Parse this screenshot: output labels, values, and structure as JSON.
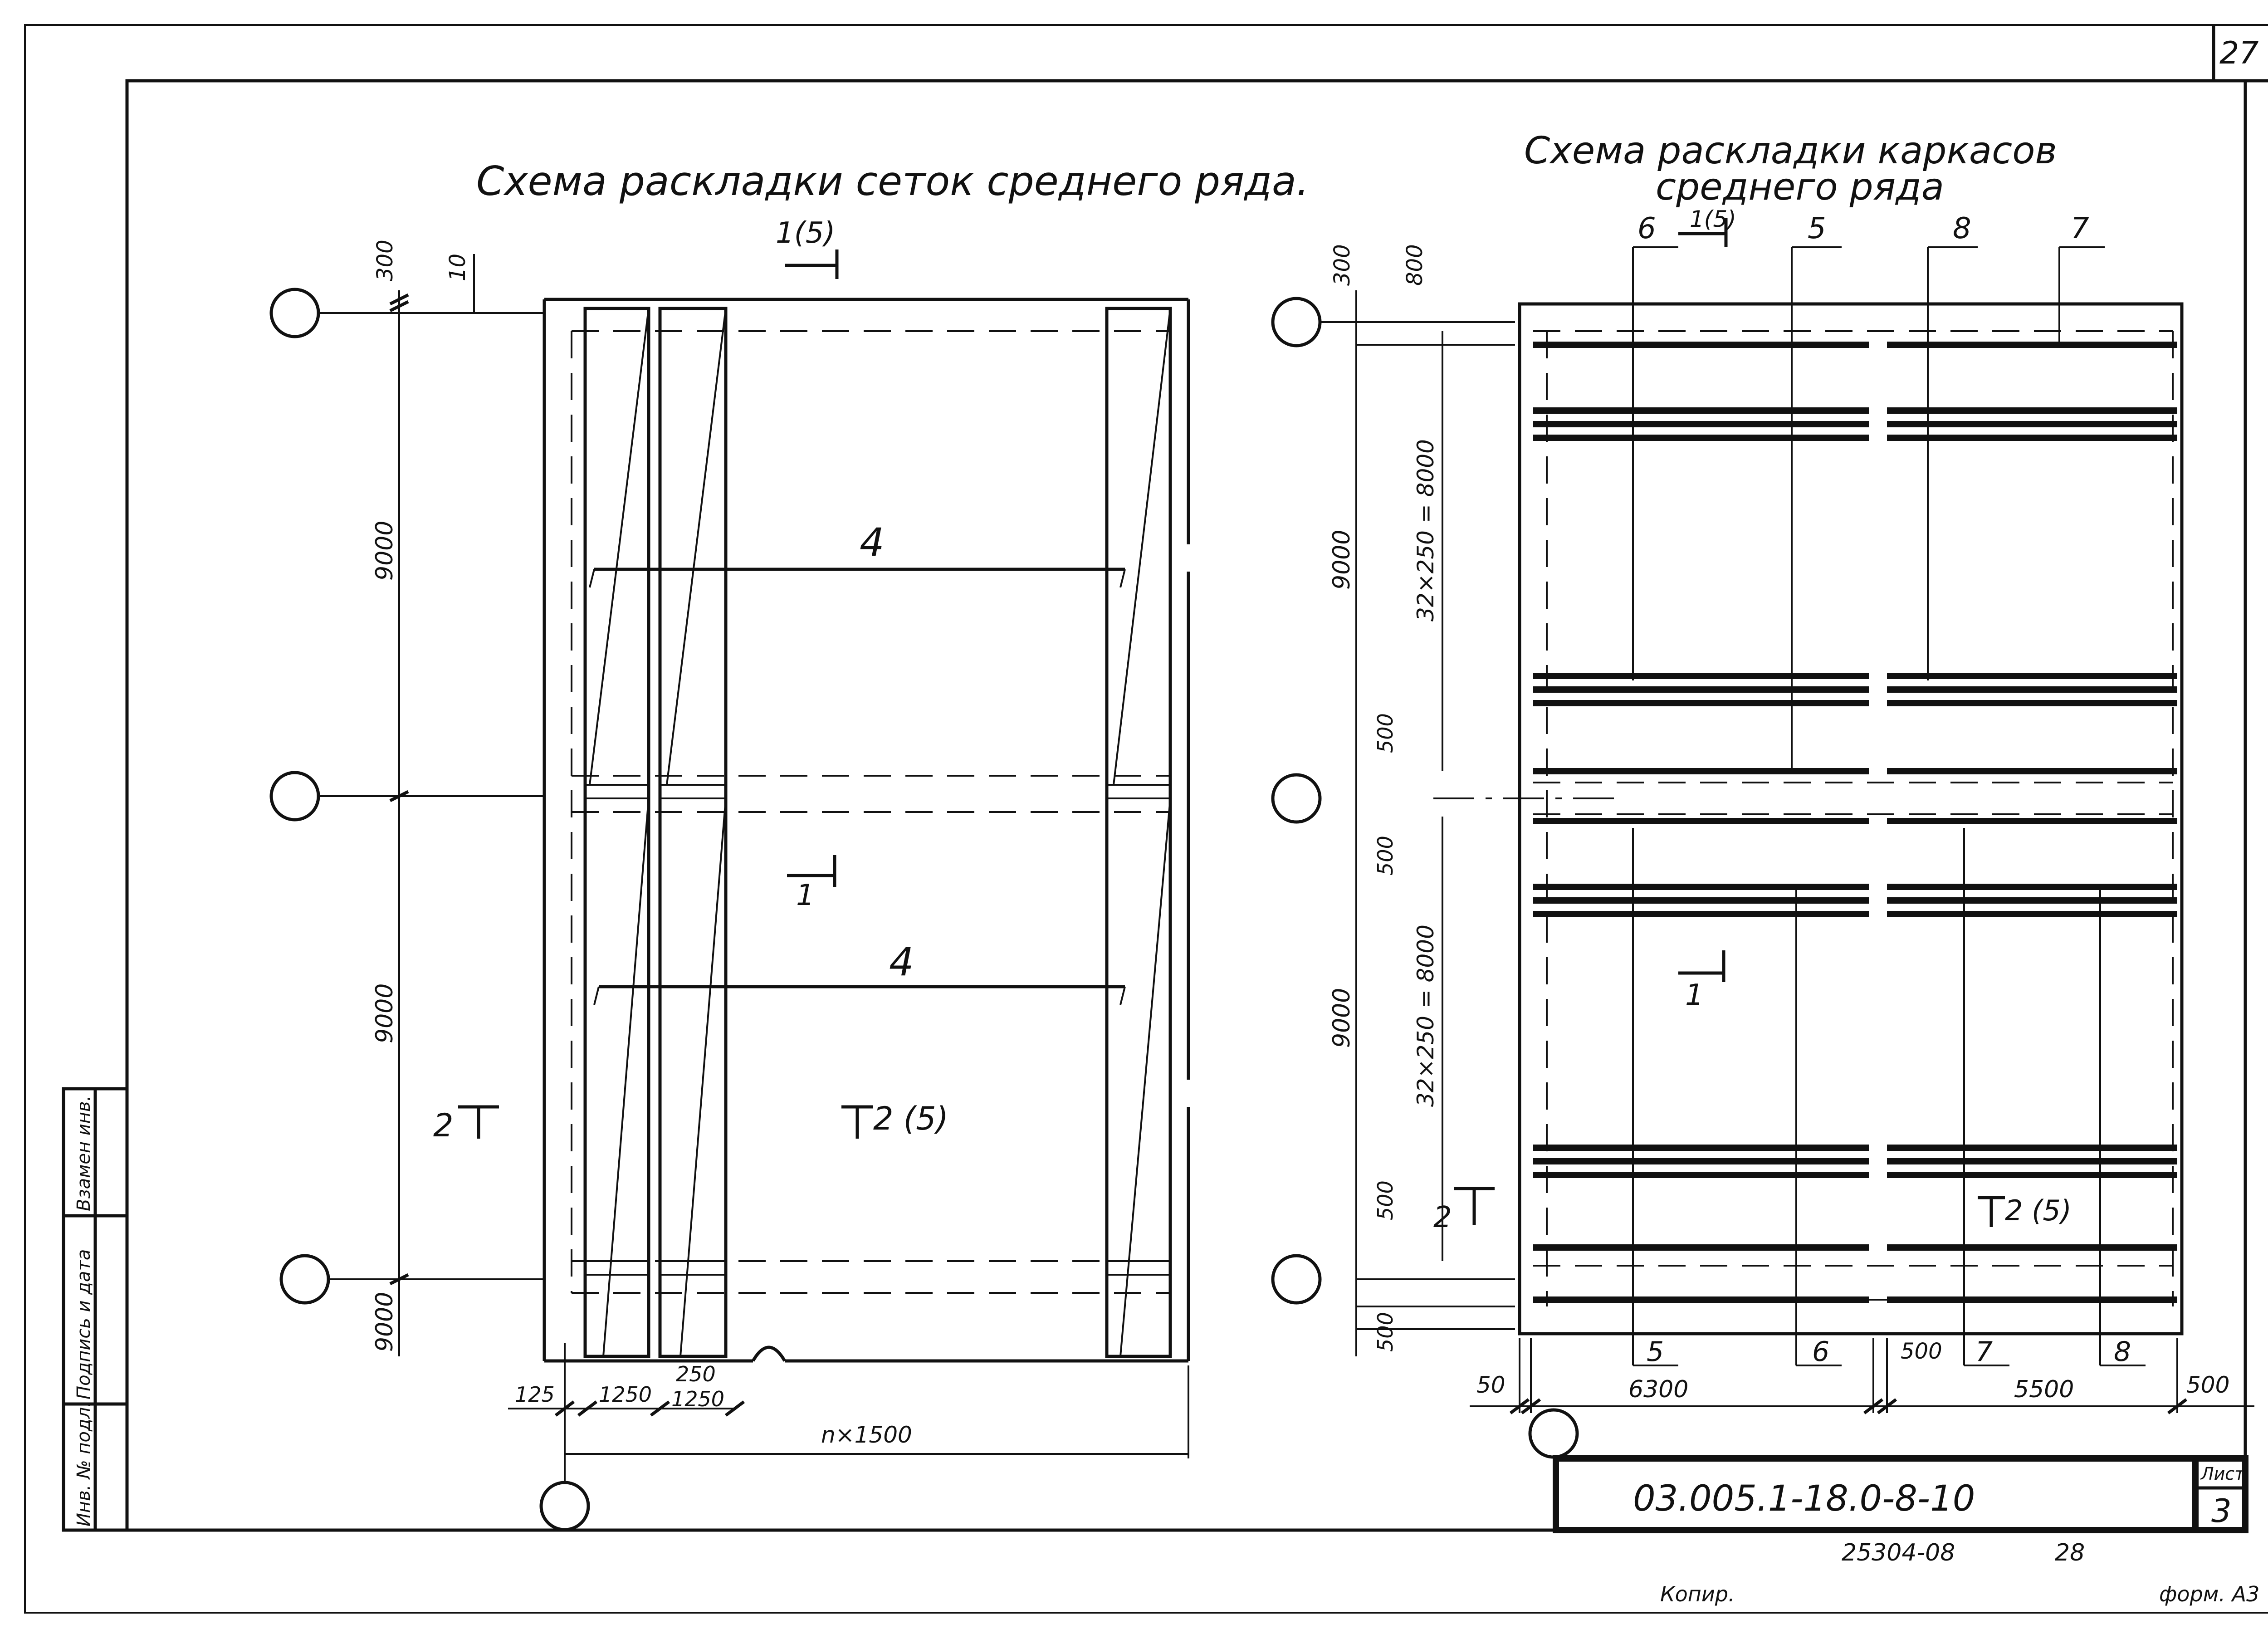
{
  "sheet": {
    "page_number": "27",
    "format": "форм. А3",
    "copier": "Копир.",
    "stamp_number": "25304-08",
    "stamp_page": "28"
  },
  "title_block": {
    "code": "03.005.1-18.0-8-10",
    "sheet_label": "Лист",
    "sheet_number": "3"
  },
  "side_stamp": {
    "inv_original": "Инв. № подл.",
    "signature_date": "Подпись и дата",
    "replaces_inv": "Взамен инв."
  },
  "left_scheme": {
    "title": "Схема раскладки сеток среднего ряда.",
    "section_top": "1(5)",
    "section_mid": "1",
    "section_left": "2",
    "section_right": "2 (5)",
    "mesh_mark_1": "4",
    "mesh_mark_2": "4",
    "dims": {
      "top_300": "300",
      "top_10": "10",
      "span_1": "9000",
      "span_2": "9000",
      "span_3": "9000",
      "bottom_125": "125",
      "bottom_1250_a": "1250",
      "bottom_250": "250",
      "bottom_1250_b": "1250",
      "bottom_n1500": "n×1500"
    }
  },
  "right_scheme": {
    "title_line1": "Схема раскладки каркасов",
    "title_line2": "среднего ряда",
    "section_top": "1(5)",
    "section_mid": "1",
    "section_left": "2",
    "section_right": "2 (5)",
    "marks_top": [
      "6",
      "5",
      "8",
      "7"
    ],
    "marks_bottom": [
      "5",
      "6",
      "7",
      "8"
    ],
    "dims": {
      "top_300": "300",
      "top_800": "800",
      "span_1": "9000",
      "span_2": "9000",
      "spacing_1": "32×250 = 8000",
      "spacing_2": "32×250 = 8000",
      "gap_500_a": "500",
      "gap_500_b": "500",
      "gap_500_c": "500",
      "gap_500_d": "500",
      "bottom_50": "50",
      "bottom_6300": "6300",
      "bottom_500_a": "500",
      "bottom_5500": "5500",
      "bottom_500_b": "500"
    }
  }
}
